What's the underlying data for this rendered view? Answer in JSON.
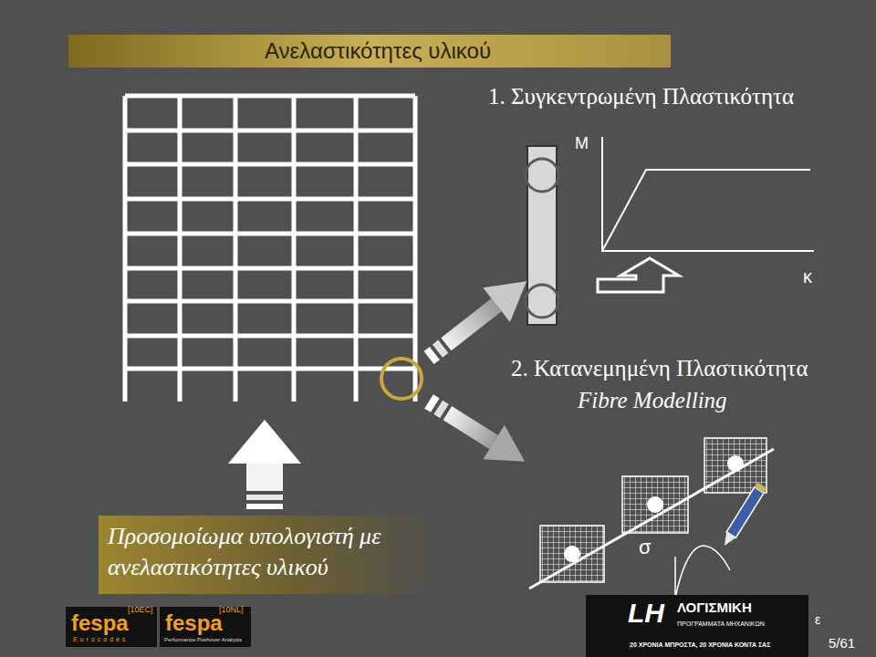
{
  "diagram": {
    "title": "Ανελαστικότητες υλικού",
    "nodes": [
      {
        "text": [
          "Προσομοίωμα υπολογιστή με ανελαστικότητες υλικού"
        ]
      }
    ],
    "labels": [
      "1. Συγκεντρωμένη Πλαστικότητα",
      "M",
      "κ",
      "2. Κατανεμημένη Πλαστικότητα",
      "Fibre Modelling",
      "σ",
      "ε",
      "fespa",
      "[10EC]",
      "Eurocodes",
      "fespa",
      "[10NL]",
      "Performance Pushover Analysis",
      "LH",
      "ΛΟΓΙΣΜΙΚΗ",
      "ΠΡΟΓΡΑΜΜΑΤΑ ΜΗΧΑΝΙΚΩΝ",
      "20 ΧΡΟΝΙΑ ΜΠΡΟΣΤΑ, 20 ΧΡΟΝΙΑ ΚΟΝΤΑ ΣΑΣ",
      "5/61"
    ]
  }
}
